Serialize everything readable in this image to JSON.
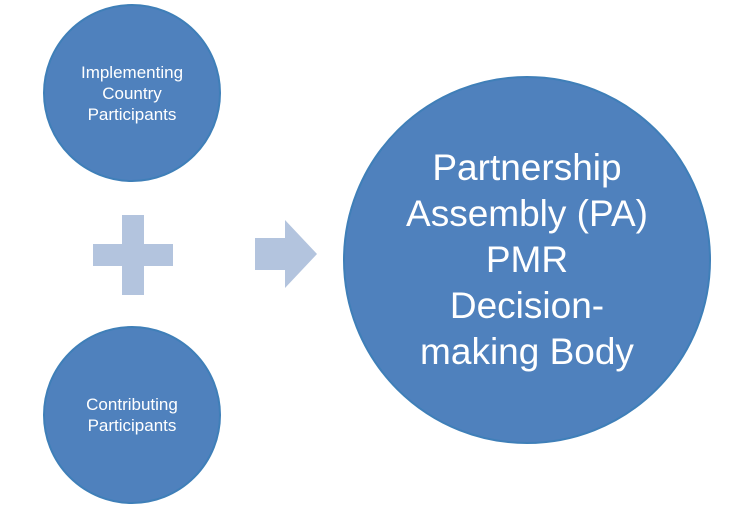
{
  "nodes": {
    "implementing": {
      "label": "Implementing\nCountry\nParticipants"
    },
    "contributing": {
      "label": "Contributing\nParticipants"
    },
    "assembly": {
      "label": "Partnership\nAssembly (PA)\nPMR\nDecision-\nmaking Body"
    }
  },
  "connectors": {
    "combine_symbol": "plus-icon",
    "flow_symbol": "right-arrow-icon"
  },
  "colors": {
    "circle_fill": "#4f81bd",
    "circle_border": "#3f7fb8",
    "connector_fill": "#b3c4de",
    "text": "#ffffff",
    "background": "#ffffff"
  }
}
